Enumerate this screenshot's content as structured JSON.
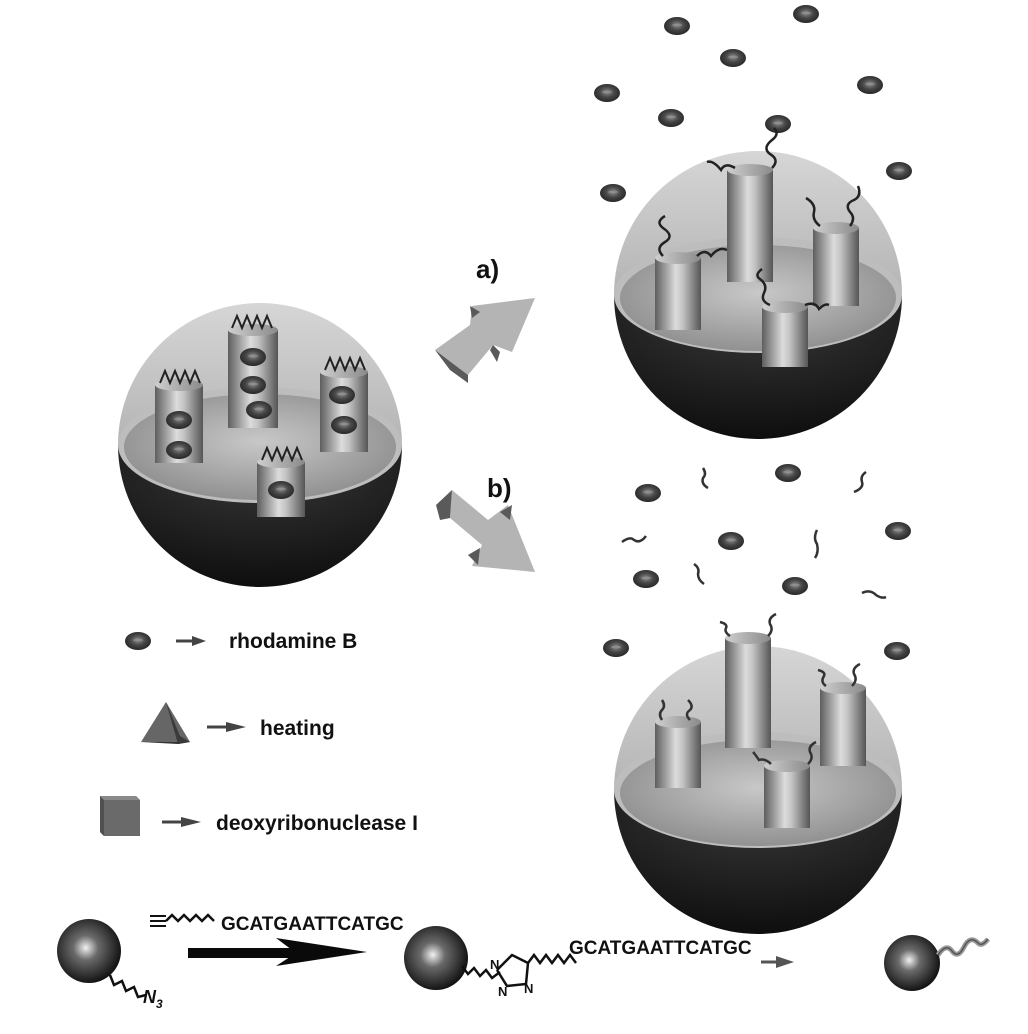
{
  "figure": {
    "step_labels": {
      "a": "a)",
      "b": "b)"
    },
    "legend": [
      {
        "icon": "ellipse-icon",
        "label": "rhodamine B"
      },
      {
        "icon": "pyramid-icon",
        "label": "heating"
      },
      {
        "icon": "cube-icon",
        "label": "deoxyribonuclease I"
      }
    ],
    "synthesis": {
      "reagent_sequence": "GCATGAATTCATGC",
      "azide_label": "N",
      "azide_subscript": "3",
      "product_sequence": "GCATGAATTCATGC",
      "triazole_atoms": {
        "n1": "N",
        "n2": "N",
        "n3": "N"
      }
    },
    "colors": {
      "shell_light": "#c8c8c8",
      "shell_dark": "#1a1a1a",
      "inner_surface": "#9a9a9a",
      "dye": "#3a3a3a",
      "arrow": "#b4b4b4",
      "arrow_side": "#5a5a5a"
    }
  }
}
